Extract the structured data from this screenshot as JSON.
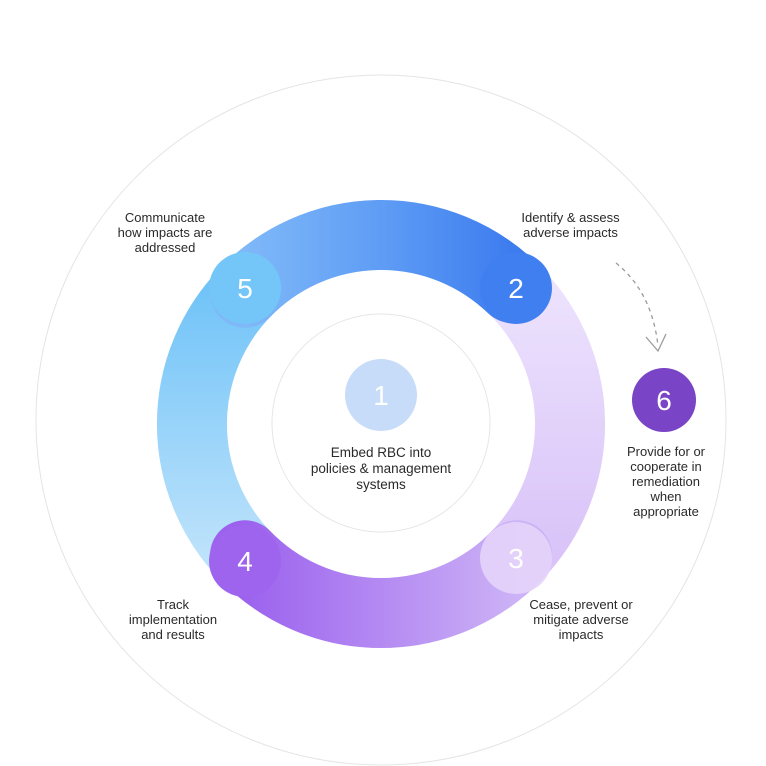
{
  "colors": {
    "outer_ring": "#e4e4e4",
    "inner_ring": "#e6e6e6",
    "step1": "#c7dcf9",
    "step2": "#3f7ff0",
    "step3": "#e6d4fb",
    "step4": "#9e64ee",
    "step5": "#74c6f8",
    "step6": "#7a44c6",
    "arrow": "#9a9a9a"
  },
  "steps": [
    {
      "num": "1",
      "label": "Embed RBC into\npolicies & management\nsystems"
    },
    {
      "num": "2",
      "label": "Identify & assess\nadverse impacts"
    },
    {
      "num": "3",
      "label": "Cease, prevent or\nmitigate adverse\nimpacts"
    },
    {
      "num": "4",
      "label": "Track\nimplementation\nand results"
    },
    {
      "num": "5",
      "label": "Communicate\nhow impacts are\naddressed"
    },
    {
      "num": "6",
      "label": "Provide for or\ncooperate in\nremediation\nwhen\nappropriate"
    }
  ]
}
